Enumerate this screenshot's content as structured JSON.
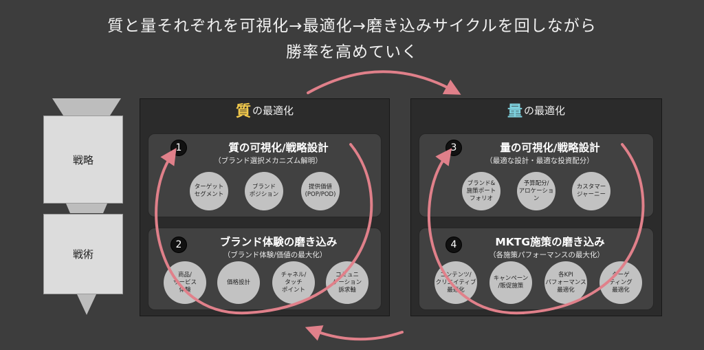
{
  "header": {
    "line1": "質と量それぞれを可視化→最適化→磨き込みサイクルを回しながら",
    "line2": "勝率を高めていく"
  },
  "side": {
    "strategy": "戦略",
    "tactics": "戦術"
  },
  "quality_panel": {
    "big": "質",
    "rest": "の最適化",
    "box1": {
      "num": "1",
      "title": "質の可視化/戦略設計",
      "sub": "（ブランド選択メカニズム解明）",
      "items": [
        "ターゲット\nセグメント",
        "ブランド\nポジション",
        "提供価値\n(POP/POD)"
      ]
    },
    "box2": {
      "num": "2",
      "title": "ブランド体験の磨き込み",
      "sub": "（ブランド体験/価値の最大化）",
      "items": [
        "商品/\nサービス\n体験",
        "価格設計",
        "チャネル/\nタッチ\nポイント",
        "コミュニ\nケーション\n訴求軸"
      ]
    }
  },
  "quantity_panel": {
    "big": "量",
    "rest": "の最適化",
    "box3": {
      "num": "3",
      "title": "量の可視化/戦略設計",
      "sub": "（最適な設計・最適な投資配分）",
      "items": [
        "ブランド&\n施策ポート\nフォリオ",
        "予算配分/\nアロケーション",
        "カスタマー\nジャーニー"
      ]
    },
    "box4": {
      "num": "4",
      "title": "MKTG施策の磨き込み",
      "sub": "（各施策パフォーマンスの最大化）",
      "items": [
        "コンテンツ/\nクリエイティブ\n最適化",
        "キャンペーン\n/販促施策",
        "各KPI\nパフォーマンス\n最適化",
        "ターゲ\nティング\n最適化"
      ]
    }
  },
  "colors": {
    "quality_accent": "#f2c94c",
    "quantity_accent": "#7fd3e0",
    "cycle_arrow": "#e0808a"
  }
}
